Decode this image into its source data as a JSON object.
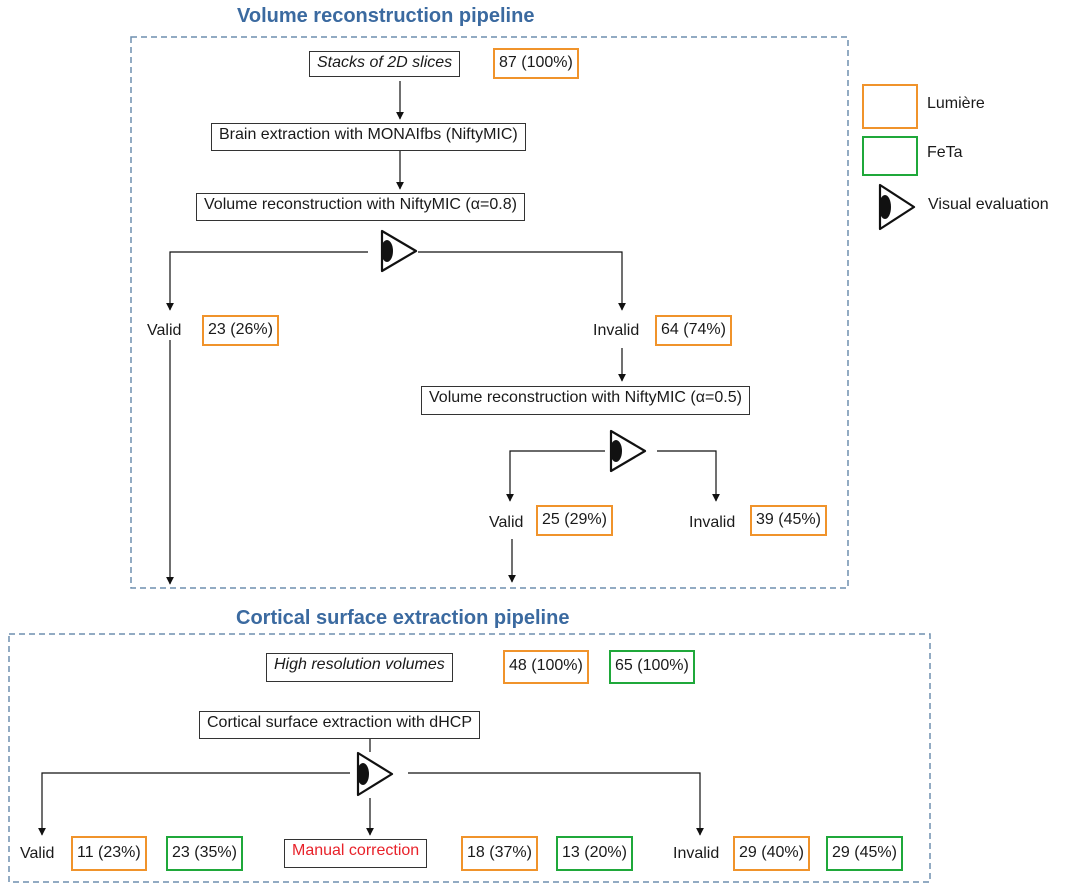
{
  "colors": {
    "lumiere": "#f0932b",
    "feta": "#1fa83a",
    "section_title": "#3b6aa0",
    "section_border": "#6f8faf",
    "manual_correction": "#e8222a"
  },
  "volume": {
    "title": "Volume reconstruction pipeline",
    "input_label": "Stacks of 2D slices",
    "input_count": "87 (100%)",
    "step1": "Brain extraction with MONAIfbs (NiftyMIC)",
    "step2": "Volume reconstruction with NiftyMIC (α=0.8)",
    "valid1_label": "Valid",
    "valid1_count": "23 (26%)",
    "invalid1_label": "Invalid",
    "invalid1_count": "64 (74%)",
    "step3": "Volume reconstruction with NiftyMIC (α=0.5)",
    "valid2_label": "Valid",
    "valid2_count": "25 (29%)",
    "invalid2_label": "Invalid",
    "invalid2_count": "39 (45%)"
  },
  "cortical": {
    "title": "Cortical surface extraction pipeline",
    "input_label": "High resolution volumes",
    "input_lumiere": "48 (100%)",
    "input_feta": "65 (100%)",
    "step": "Cortical surface extraction with dHCP",
    "valid_label": "Valid",
    "valid_lumiere": "11 (23%)",
    "valid_feta": "23 (35%)",
    "manual_label": "Manual correction",
    "manual_lumiere": "18 (37%)",
    "manual_feta": "13 (20%)",
    "invalid_label": "Invalid",
    "invalid_lumiere": "29 (40%)",
    "invalid_feta": "29 (45%)"
  },
  "legend": {
    "lumiere": "Lumière",
    "feta": "FeTa",
    "visual": "Visual evaluation",
    "visual_icon": "eye-icon"
  }
}
